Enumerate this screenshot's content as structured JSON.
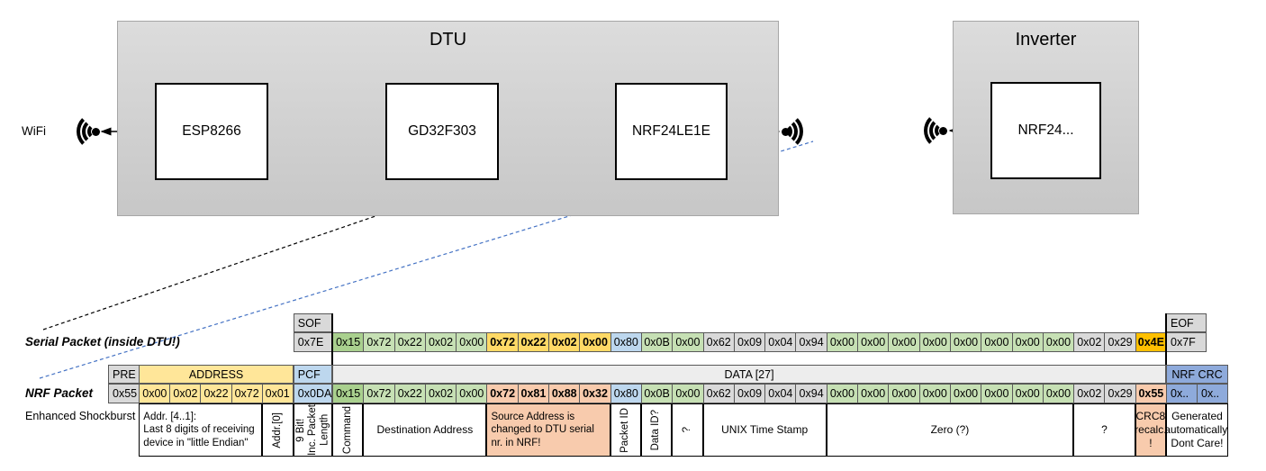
{
  "palette": {
    "greenDark": "#A9D08E",
    "greenLight": "#C6E0B4",
    "gold": "#FFD966",
    "orange": "#FFC000",
    "blueLight": "#BDD7EE",
    "blueMed": "#8EAADB",
    "gray": "#D9D9D9",
    "grayLight": "#EDEDED",
    "salmon": "#F8CBAD",
    "yellow": "#FFE699",
    "white": "#FFFFFF",
    "arrowOrange": "#ED7D31",
    "arrowGreen": "#70AD47",
    "calloutBlue": "#4472C4",
    "calloutBlack": "#000000"
  },
  "diagram": {
    "wifi_label": "WiFi",
    "dtu": {
      "title": "DTU",
      "chips": [
        "ESP8266",
        "GD32F303",
        "NRF24LE1E"
      ]
    },
    "inverter": {
      "title": "Inverter",
      "chip": "NRF24..."
    }
  },
  "serial_packet": {
    "label": "Serial Packet (inside DTU!)",
    "sof_header": "SOF",
    "sof_value": "0x7E",
    "eof_header": "EOF",
    "eof_value": "0x7F",
    "bytes": [
      {
        "v": "0x15",
        "c": "greenDark"
      },
      {
        "v": "0x72",
        "c": "greenLight"
      },
      {
        "v": "0x22",
        "c": "greenLight"
      },
      {
        "v": "0x02",
        "c": "greenLight"
      },
      {
        "v": "0x00",
        "c": "greenLight"
      },
      {
        "v": "0x72",
        "c": "gold",
        "b": true
      },
      {
        "v": "0x22",
        "c": "gold",
        "b": true
      },
      {
        "v": "0x02",
        "c": "gold",
        "b": true
      },
      {
        "v": "0x00",
        "c": "gold",
        "b": true
      },
      {
        "v": "0x80",
        "c": "blueLight"
      },
      {
        "v": "0x0B",
        "c": "greenLight"
      },
      {
        "v": "0x00",
        "c": "greenLight"
      },
      {
        "v": "0x62",
        "c": "gray"
      },
      {
        "v": "0x09",
        "c": "gray"
      },
      {
        "v": "0x04",
        "c": "gray"
      },
      {
        "v": "0x94",
        "c": "gray"
      },
      {
        "v": "0x00",
        "c": "greenLight"
      },
      {
        "v": "0x00",
        "c": "greenLight"
      },
      {
        "v": "0x00",
        "c": "greenLight"
      },
      {
        "v": "0x00",
        "c": "greenLight"
      },
      {
        "v": "0x00",
        "c": "greenLight"
      },
      {
        "v": "0x00",
        "c": "greenLight"
      },
      {
        "v": "0x00",
        "c": "greenLight"
      },
      {
        "v": "0x00",
        "c": "greenLight"
      },
      {
        "v": "0x02",
        "c": "gray"
      },
      {
        "v": "0x29",
        "c": "gray"
      },
      {
        "v": "0x4E",
        "c": "orange",
        "b": true
      }
    ]
  },
  "nrf_packet": {
    "label": "NRF Packet",
    "sublabel": "Enhanced Shockburst",
    "pre_header": "PRE",
    "pre_value": "0x55",
    "address_header": "ADDRESS",
    "address_values": [
      "0x00",
      "0x02",
      "0x22",
      "0x72",
      "0x01"
    ],
    "pcf_header": "PCF",
    "pcf_value": "0x0DA",
    "data_header": "DATA [27]",
    "bytes": [
      {
        "v": "0x15",
        "c": "greenDark"
      },
      {
        "v": "0x72",
        "c": "greenLight"
      },
      {
        "v": "0x22",
        "c": "greenLight"
      },
      {
        "v": "0x02",
        "c": "greenLight"
      },
      {
        "v": "0x00",
        "c": "greenLight"
      },
      {
        "v": "0x72",
        "c": "salmon",
        "b": true
      },
      {
        "v": "0x81",
        "c": "salmon",
        "b": true
      },
      {
        "v": "0x88",
        "c": "salmon",
        "b": true
      },
      {
        "v": "0x32",
        "c": "salmon",
        "b": true
      },
      {
        "v": "0x80",
        "c": "blueLight"
      },
      {
        "v": "0x0B",
        "c": "greenLight"
      },
      {
        "v": "0x00",
        "c": "greenLight"
      },
      {
        "v": "0x62",
        "c": "gray"
      },
      {
        "v": "0x09",
        "c": "gray"
      },
      {
        "v": "0x04",
        "c": "gray"
      },
      {
        "v": "0x94",
        "c": "gray"
      },
      {
        "v": "0x00",
        "c": "greenLight"
      },
      {
        "v": "0x00",
        "c": "greenLight"
      },
      {
        "v": "0x00",
        "c": "greenLight"
      },
      {
        "v": "0x00",
        "c": "greenLight"
      },
      {
        "v": "0x00",
        "c": "greenLight"
      },
      {
        "v": "0x00",
        "c": "greenLight"
      },
      {
        "v": "0x00",
        "c": "greenLight"
      },
      {
        "v": "0x00",
        "c": "greenLight"
      },
      {
        "v": "0x02",
        "c": "gray"
      },
      {
        "v": "0x29",
        "c": "gray"
      },
      {
        "v": "0x55",
        "c": "salmon",
        "b": true
      }
    ],
    "crc_header": "NRF CRC",
    "crc_values": [
      "0x..",
      "0x.."
    ]
  },
  "annotations": [
    {
      "text": "Addr. [4..1]:\nLast 8 digits of receiving\ndevice in \"little Endian\"",
      "w": 137.2,
      "align": "left"
    },
    {
      "text": "Addr.[0]",
      "w": 34.3,
      "vertical": true
    },
    {
      "text": "9 Bit!\nInc. Packet\nLength",
      "w": 43.2,
      "vertical": true
    },
    {
      "text": "Command",
      "w": 34.3,
      "vertical": true
    },
    {
      "text": "Destination Address",
      "w": 137.2
    },
    {
      "text": "Source Address is\nchanged to DTU serial\nnr. in NRF!",
      "w": 137.2,
      "bg": "salmon",
      "align": "left"
    },
    {
      "text": "Packet ID",
      "w": 34.3,
      "vertical": true
    },
    {
      "text": "Data ID?",
      "w": 34.3,
      "vertical": true
    },
    {
      "text": "?",
      "w": 34.3,
      "vertical": true
    },
    {
      "text": "UNIX Time Stamp",
      "w": 137.2
    },
    {
      "text": "Zero (?)",
      "w": 274.4
    },
    {
      "text": "?",
      "w": 68.6
    },
    {
      "text": "CRC8\nrecalc.\n!",
      "w": 34.3,
      "bg": "salmon"
    },
    {
      "text": "Generated\nautomatically.\nDont Care!",
      "w": 68.9
    }
  ]
}
